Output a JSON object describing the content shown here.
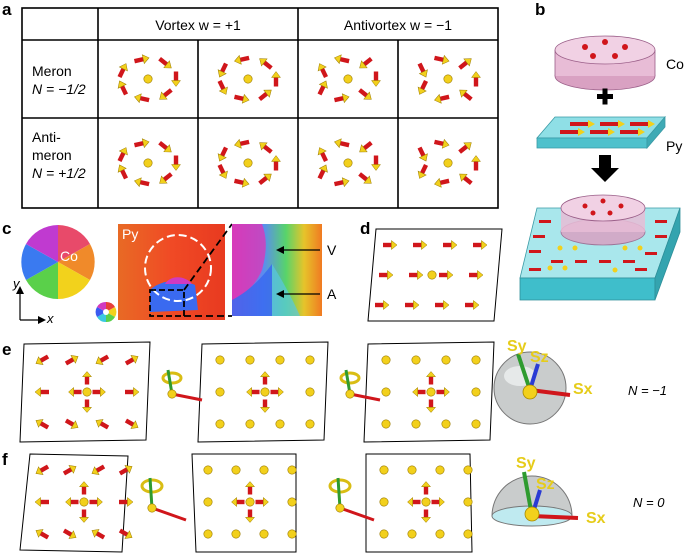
{
  "panels": {
    "a": "a",
    "b": "b",
    "c": "c",
    "d": "d",
    "e": "e",
    "f": "f"
  },
  "table": {
    "col_headers": [
      "Vortex w = +1",
      "Antivortex w = −1"
    ],
    "row1": {
      "line1": "Meron",
      "line2": "N = −1/2"
    },
    "row2": {
      "line1": "Anti-",
      "line2": "meron",
      "line3": "N = +1/2"
    }
  },
  "panel_b": {
    "layer_top": "Co",
    "layer_mid": "Py"
  },
  "panel_c": {
    "disk_label": "Co",
    "film_label": "Py",
    "marker_v": "V",
    "marker_a": "A",
    "axis_x": "x",
    "axis_y": "y"
  },
  "panel_e": {
    "n_value": "N = −1",
    "sx": "Sx",
    "sy": "Sy",
    "sz": "Sz"
  },
  "panel_f": {
    "n_value": "N = 0",
    "sx": "Sx",
    "sy": "Sy",
    "sz": "Sz"
  },
  "colors": {
    "arrow_red": "#d0161b",
    "arrow_yellow": "#f2d01c",
    "cyan_layer": "#58c9d3",
    "pink_layer": "#e2a8c8"
  }
}
